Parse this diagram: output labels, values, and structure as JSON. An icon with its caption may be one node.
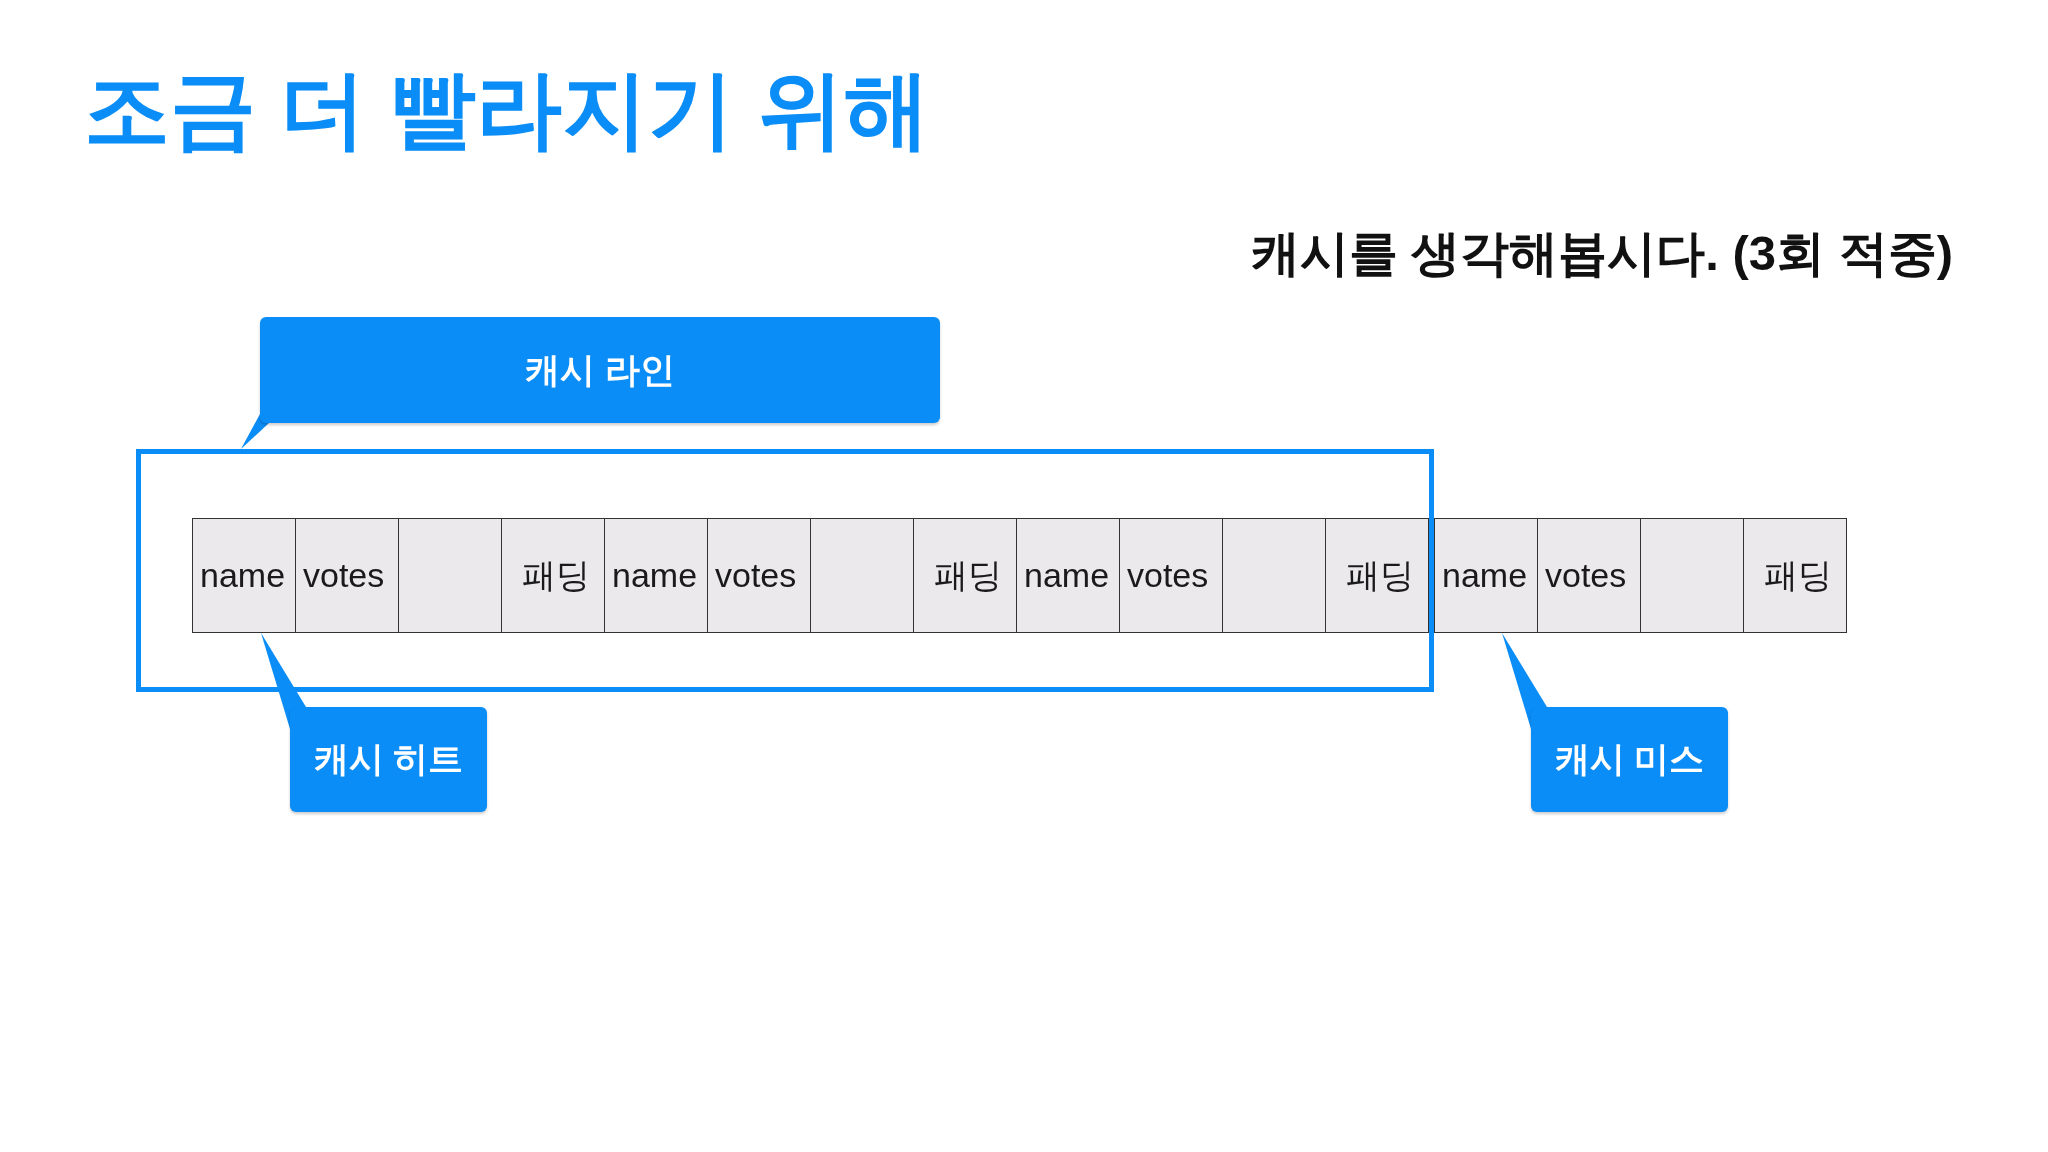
{
  "diagram": {
    "title": "조금 더 빨라지기 위해",
    "nodes": [
      {
        "text": [
          "캐시 라인"
        ]
      },
      {
        "text": [],
        "shape": "box"
      },
      {
        "text": [
          "name"
        ],
        "in": 1
      },
      {
        "text": [
          "votes"
        ],
        "in": 1
      },
      {
        "text": [],
        "shape": "box",
        "in": 1
      },
      {
        "text": [
          "패딩"
        ],
        "in": 1
      },
      {
        "text": [
          "name"
        ],
        "in": 1
      },
      {
        "text": [
          "votes"
        ],
        "in": 1
      },
      {
        "text": [],
        "shape": "box",
        "in": 1
      },
      {
        "text": [
          "패딩"
        ],
        "in": 1
      },
      {
        "text": [
          "name"
        ],
        "in": 1
      },
      {
        "text": [
          "votes"
        ],
        "in": 1
      },
      {
        "text": [],
        "shape": "box",
        "in": 1
      },
      {
        "text": [
          "패딩"
        ],
        "in": 1
      },
      {
        "text": [
          "name"
        ]
      },
      {
        "text": [
          "votes"
        ]
      },
      {
        "text": [],
        "shape": "box"
      },
      {
        "text": [
          "패딩"
        ]
      },
      {
        "text": [
          "캐시 히트"
        ]
      },
      {
        "text": [
          "캐시 미스"
        ]
      }
    ],
    "edges": [
      {
        "from": 0,
        "to": 1,
        "arrow": "none"
      },
      {
        "from": 18,
        "to": 2,
        "arrow": "none"
      },
      {
        "from": 19,
        "to": 14,
        "arrow": "none"
      }
    ],
    "labels": [
      "캐시를 생각해봅시다. (3회 적중)"
    ]
  }
}
